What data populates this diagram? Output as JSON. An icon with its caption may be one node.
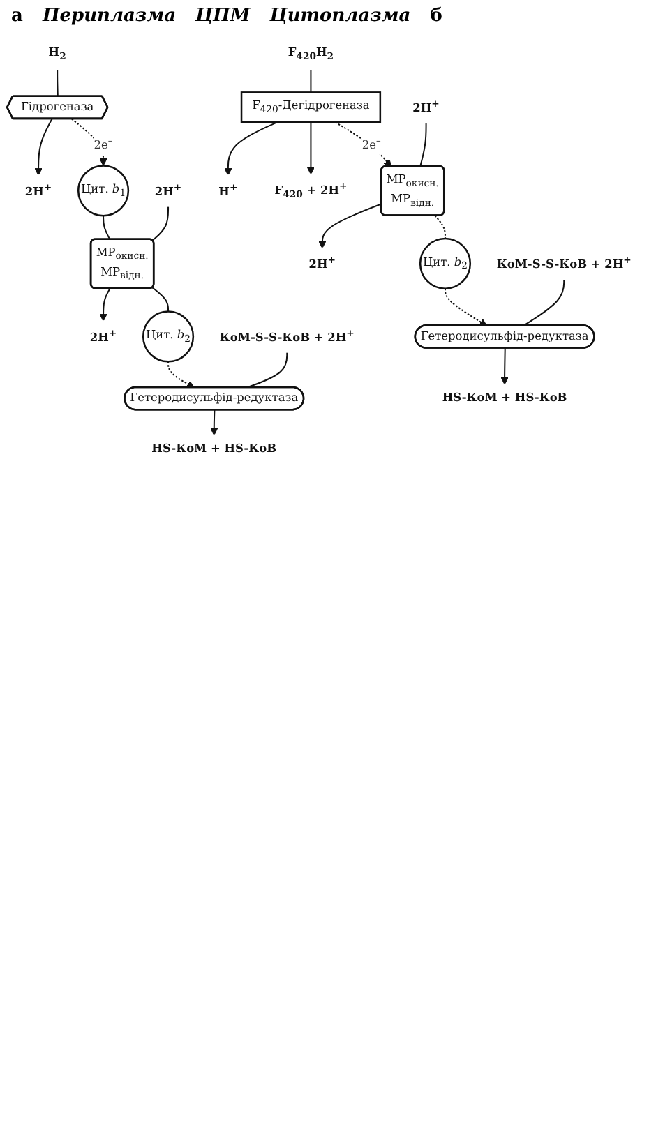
{
  "diagram": {
    "nodes": [
      {
        "text": [
          "Гідрогеназа"
        ]
      },
      {
        "text": [
          "H$_{2}$"
        ]
      },
      {
        "text": [
          "2H$^{+}$"
        ]
      },
      {
        "text": [
          "Цит. *b*$_{1}$"
        ]
      },
      {
        "text": [
          "МР$_{окисн.}$",
          "МР$_{відн.}$"
        ]
      },
      {
        "text": [
          "2H$^{+}$"
        ]
      },
      {
        "text": [
          "2H$^{+}$"
        ]
      },
      {
        "text": [
          "Цит. *b*$_{2}$"
        ]
      },
      {
        "text": [
          "Гетеродисульфід-редуктаза"
        ]
      },
      {
        "text": [
          "КоМ-S-S-КоВ + 2H$^{+}$"
        ]
      },
      {
        "text": [
          "HS-КоМ + HS-КоВ"
        ]
      },
      {
        "text": [
          "F$_{420}$-Дегідрогеназа"
        ]
      },
      {
        "text": [
          "H$^{+}$"
        ]
      },
      {
        "text": [
          "F$_{420}$H$_{2}$"
        ]
      },
      {
        "text": [
          "F$_{420}$ + 2H$^{+}$"
        ]
      },
      {
        "text": [
          "МР$_{окисн.}$",
          "МР$_{відн.}$"
        ]
      },
      {
        "text": [
          "2H$^{+}$"
        ]
      },
      {
        "text": [
          "2H$^{+}$"
        ]
      },
      {
        "text": [
          "Цит. *b*$_{2}$"
        ]
      },
      {
        "text": [
          "Гетеродисульфід-редуктаза"
        ]
      },
      {
        "text": [
          "КоМ-S-S-КоВ + 2H$^{+}$"
        ]
      },
      {
        "text": [
          "HS-КоМ + HS-КоВ"
        ]
      }
    ],
    "edges": [
      {
        "from": 1,
        "to": 0,
        "arrow": "none"
      },
      {
        "from": 0,
        "to": 2,
        "arrow": "to"
      },
      {
        "from": 0,
        "to": 3,
        "arrow": "to",
        "style": "dashed",
        "label": "2e$^{–}$"
      },
      {
        "from": 3,
        "to": 4,
        "arrow": "none"
      },
      {
        "from": 5,
        "to": 4,
        "arrow": "none"
      },
      {
        "from": 4,
        "to": 6,
        "arrow": "to"
      },
      {
        "from": 4,
        "to": 7,
        "arrow": "none"
      },
      {
        "from": 7,
        "to": 8,
        "arrow": "to",
        "style": "dashed"
      },
      {
        "from": 9,
        "to": 8,
        "arrow": "none"
      },
      {
        "from": 8,
        "to": 10,
        "arrow": "to"
      },
      {
        "from": 11,
        "to": 12,
        "arrow": "to"
      },
      {
        "from": 13,
        "to": 11,
        "arrow": "none"
      },
      {
        "from": 11,
        "to": 14,
        "arrow": "to"
      },
      {
        "from": 11,
        "to": 15,
        "arrow": "to",
        "style": "dashed",
        "label": "2e$^{–}$"
      },
      {
        "from": 16,
        "to": 15,
        "arrow": "none"
      },
      {
        "from": 15,
        "to": 17,
        "arrow": "to"
      },
      {
        "from": 15,
        "to": 18,
        "arrow": "none",
        "style": "dashed"
      },
      {
        "from": 18,
        "to": 19,
        "arrow": "to",
        "style": "dashed"
      },
      {
        "from": 20,
        "to": 19,
        "arrow": "none"
      },
      {
        "from": 19,
        "to": 21,
        "arrow": "to"
      }
    ],
    "labels": [
      "а",
      "Периплазма",
      "ЦПМ",
      "Цитоплазма",
      "б"
    ]
  }
}
